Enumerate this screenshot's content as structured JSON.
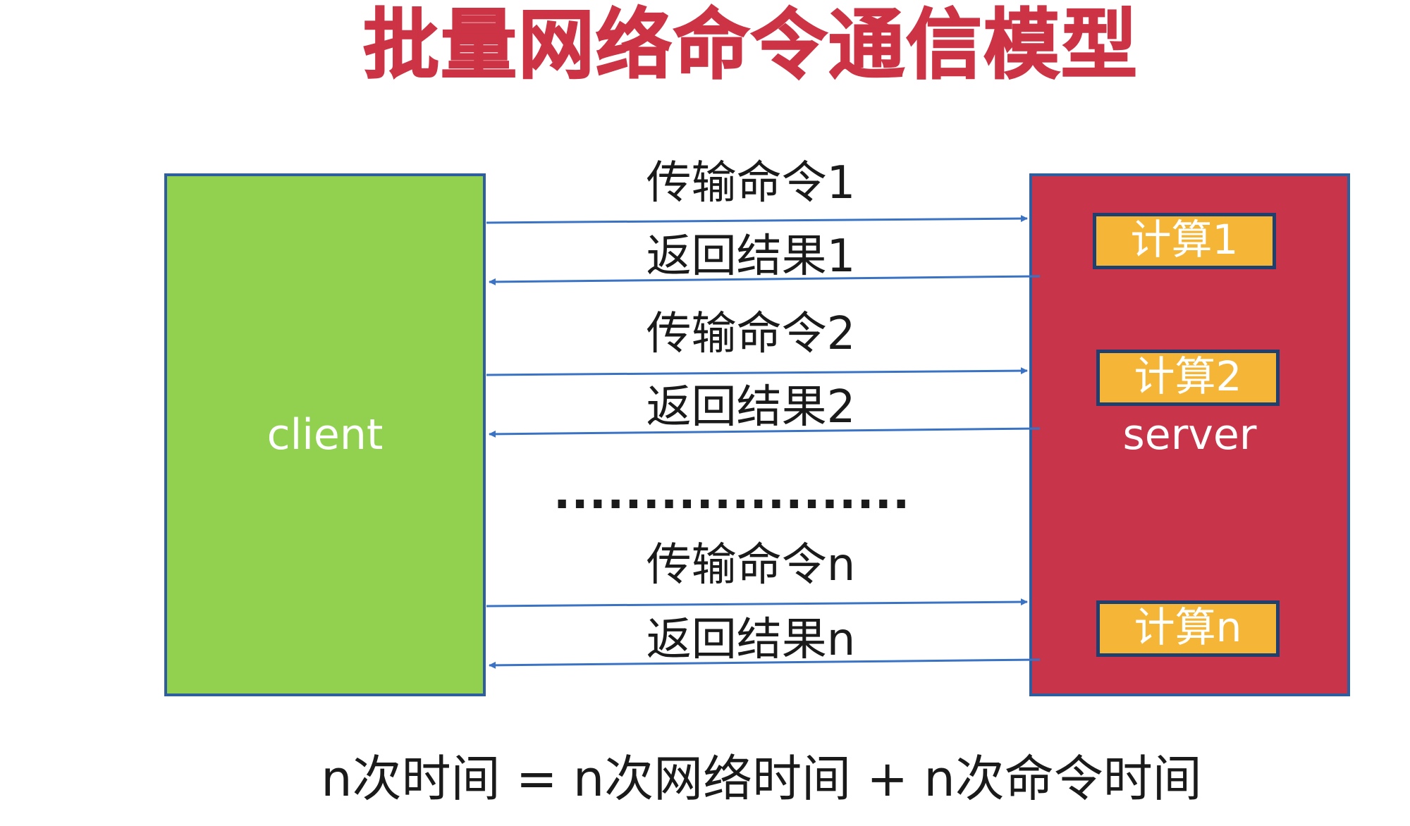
{
  "title": "批量网络命令通信模型",
  "client": {
    "label": "client",
    "color": "#92d050"
  },
  "server": {
    "label": "server",
    "color": "#c8354a"
  },
  "calc_boxes": [
    "计算1",
    "计算2",
    "计算n"
  ],
  "messages": {
    "send1": "传输命令1",
    "recv1": "返回结果1",
    "send2": "传输命令2",
    "recv2": "返回结果2",
    "ellipsis": "...............................",
    "sendn": "传输命令n",
    "recvn": "返回结果n"
  },
  "formula": "n次时间 = n次网络时间 + n次命令时间",
  "colors": {
    "title": "#cc3344",
    "arrow": "#3a72c4",
    "calc_fill": "#f5b638",
    "box_border": "#2f5e9e"
  }
}
